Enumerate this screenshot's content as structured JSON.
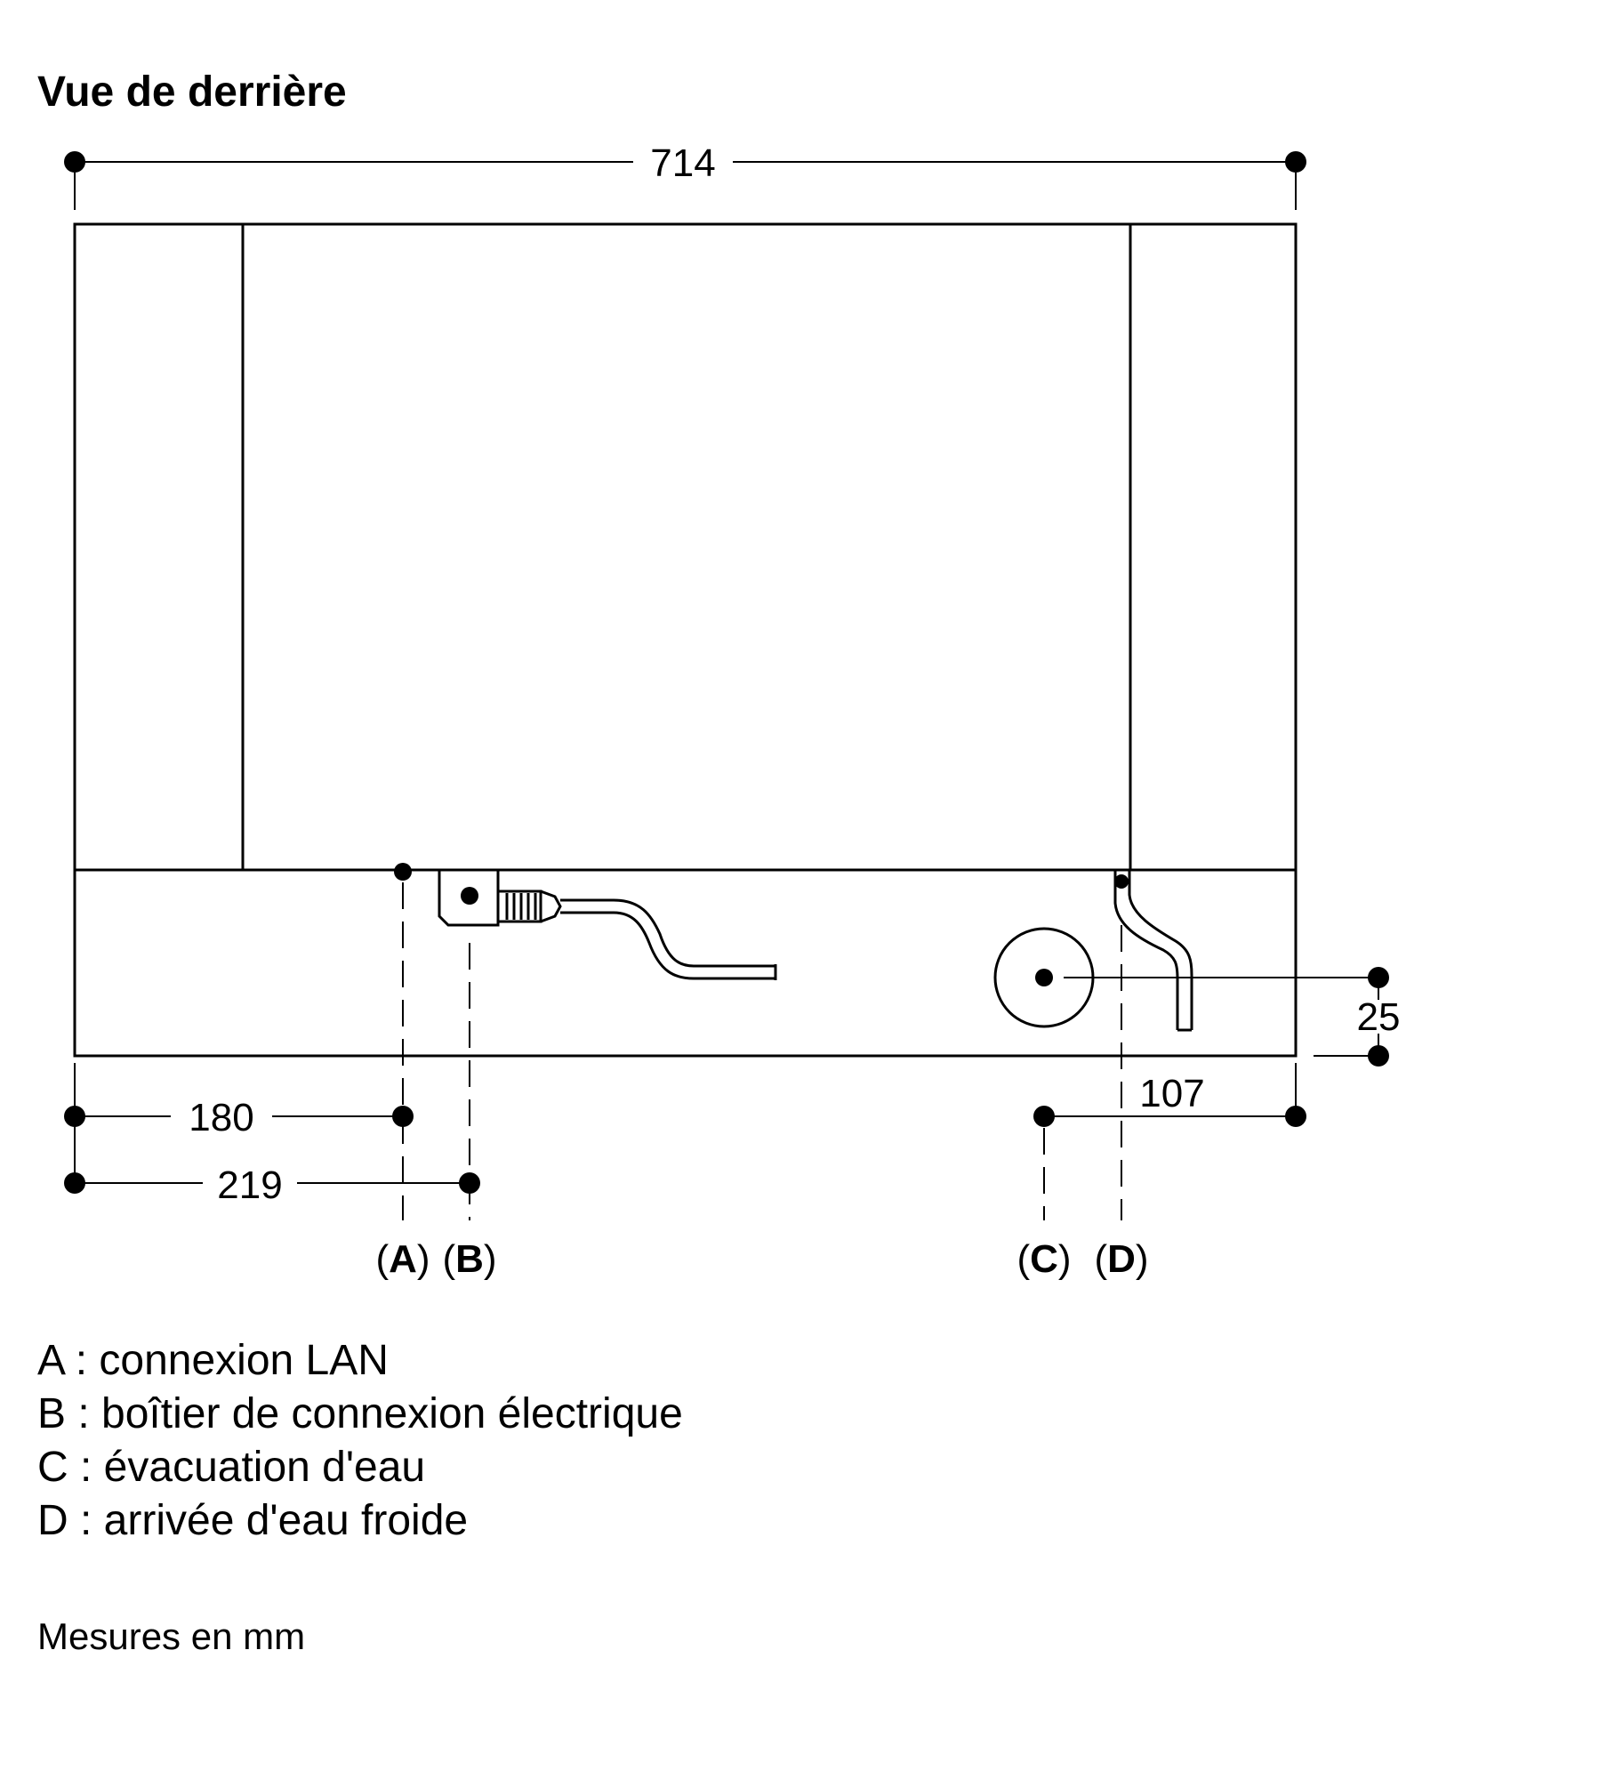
{
  "title": "Vue de derrière",
  "dimensions": {
    "total_width": "714",
    "a_offset": "180",
    "b_offset": "219",
    "c_offset_right": "107",
    "c_height": "25"
  },
  "markers": {
    "a": "A",
    "b": "B",
    "c": "C",
    "d": "D"
  },
  "legend": [
    "A : connexion LAN",
    "B : boîtier de connexion électrique",
    "C : évacuation d'eau",
    "D : arrivée d'eau froide"
  ],
  "units_note": "Mesures en mm"
}
